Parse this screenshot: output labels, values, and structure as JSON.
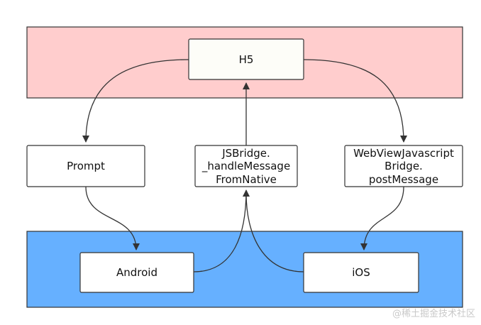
{
  "colors": {
    "top_band": "#ffcdcd",
    "bottom_band": "#66b0ff",
    "node_fill_h5": "#fdfdf8",
    "node_fill": "#ffffff",
    "stroke": "#333333"
  },
  "nodes": {
    "h5": "H5",
    "prompt": "Prompt",
    "jsbridge": [
      "JSBridge.",
      "_handleMessage",
      "FromNative"
    ],
    "webview": [
      "WebViewJavascript",
      "Bridge.",
      "postMessage"
    ],
    "android": "Android",
    "ios": "iOS"
  },
  "watermark": "@稀土掘金技术社区"
}
